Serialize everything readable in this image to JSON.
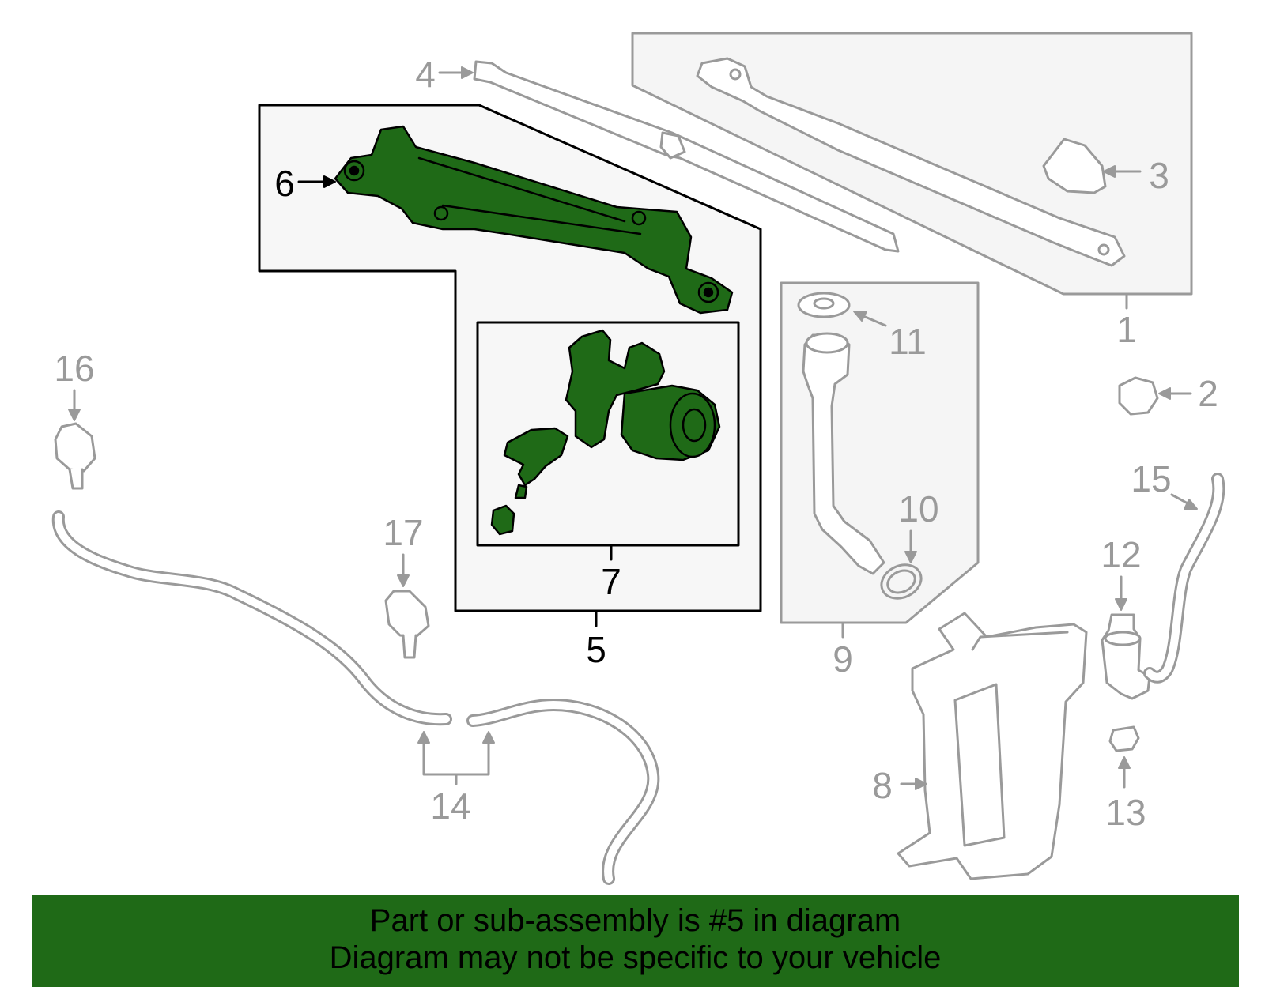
{
  "colors": {
    "highlight": "#1f6a17",
    "part_fill": "#1f6a17",
    "outline_grey": "#9a9a9a",
    "box_fill": "#f5f5f5"
  },
  "callouts": {
    "n1": "1",
    "n2": "2",
    "n3": "3",
    "n4": "4",
    "n5": "5",
    "n6": "6",
    "n7": "7",
    "n8": "8",
    "n9": "9",
    "n10": "10",
    "n11": "11",
    "n12": "12",
    "n13": "13",
    "n14": "14",
    "n15": "15",
    "n16": "16",
    "n17": "17"
  },
  "banner": {
    "line1": "Part or sub-assembly is #5 in diagram",
    "line2": "Diagram may not be specific to your vehicle"
  }
}
